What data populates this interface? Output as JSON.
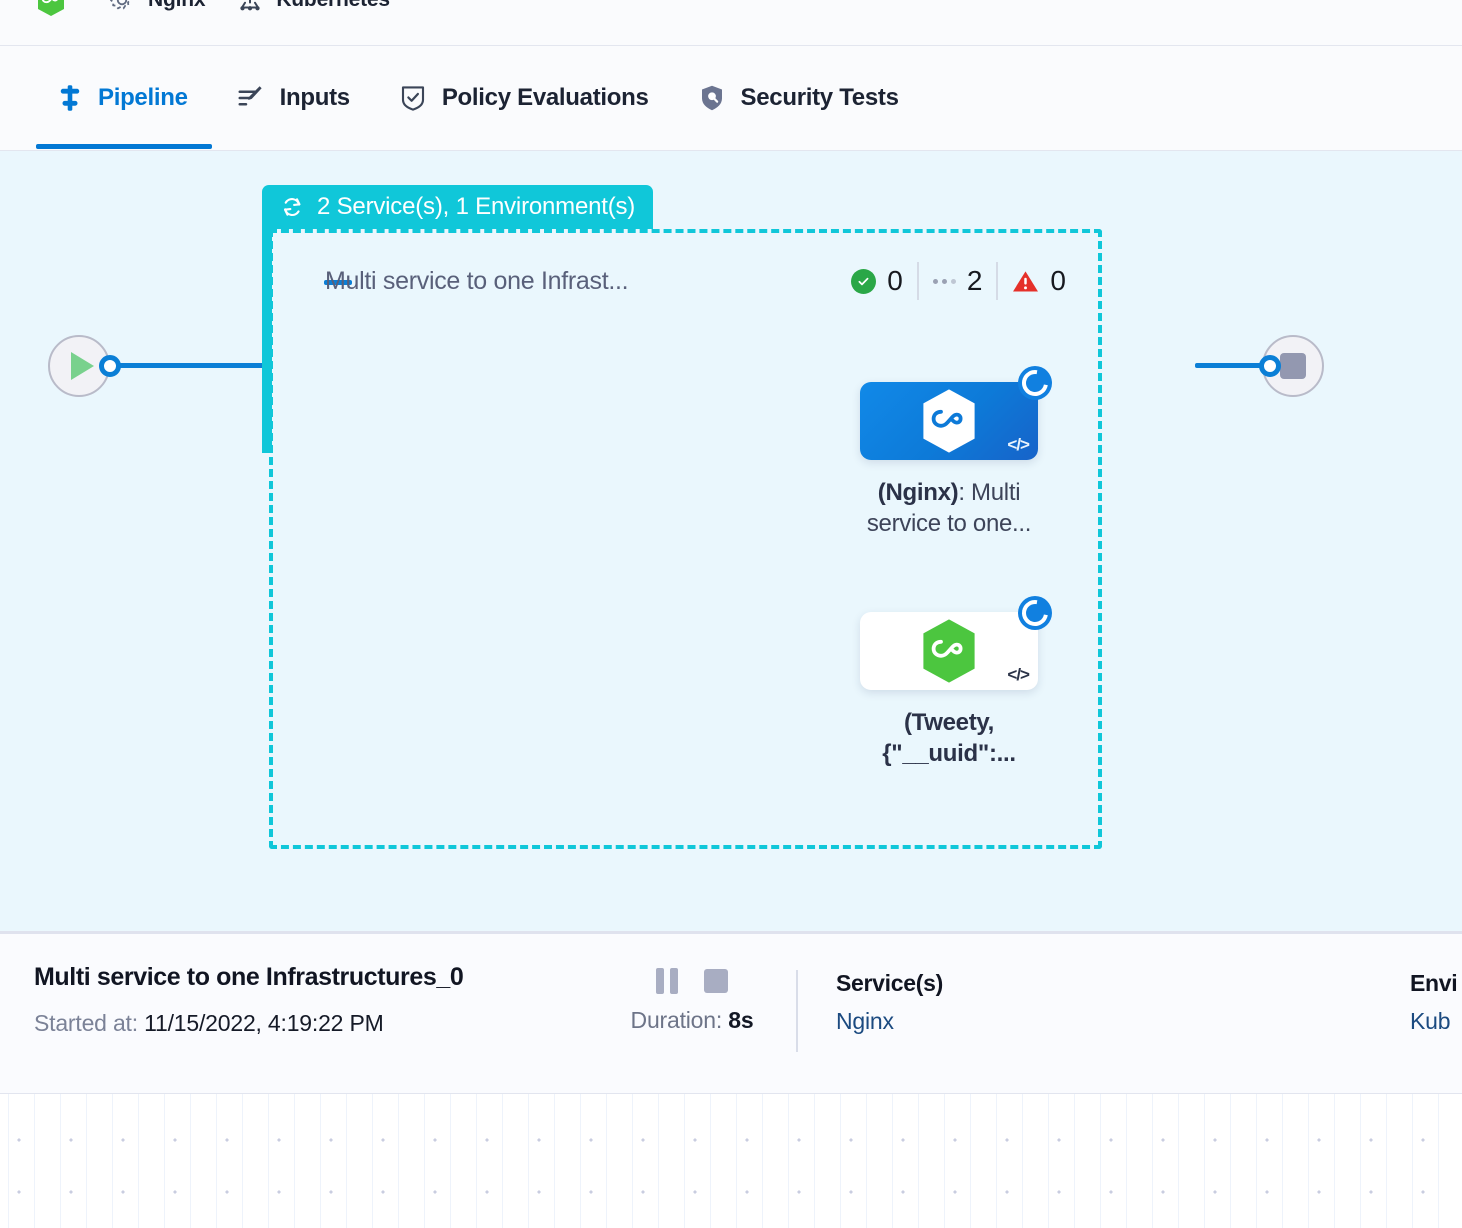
{
  "breadcrumb": {
    "items": [
      {
        "icon": "harness-hexagon-icon",
        "label": ""
      },
      {
        "icon": "gear-icon",
        "label": "Nginx"
      },
      {
        "icon": "kubernetes-icon",
        "label": "Kubernetes"
      }
    ]
  },
  "tabs": [
    {
      "id": "pipeline",
      "label": "Pipeline",
      "icon": "pipeline-icon",
      "active": true
    },
    {
      "id": "inputs",
      "label": "Inputs",
      "icon": "inputs-icon",
      "active": false
    },
    {
      "id": "policy-evaluations",
      "label": "Policy Evaluations",
      "icon": "policy-shield-check-icon",
      "active": false
    },
    {
      "id": "security-tests",
      "label": "Security Tests",
      "icon": "security-shield-icon",
      "active": false
    }
  ],
  "canvas": {
    "start_node": {
      "icon": "play-icon",
      "name": "start"
    },
    "end_node": {
      "icon": "stop-icon",
      "name": "end"
    },
    "group": {
      "header_label": "2 Service(s), 1 Environment(s)",
      "header_icon": "loop-repeat-icon",
      "header_color": "#10c7d9",
      "title": "Multi service to one Infrast...",
      "collapse_icon": "collapse-dash-icon",
      "counts": [
        {
          "icon": "success-check-icon",
          "value": "0",
          "color": "#2aa747"
        },
        {
          "icon": "running-dots-icon",
          "value": "2",
          "color": "#9aa1b3"
        },
        {
          "icon": "warning-triangle-icon",
          "value": "0",
          "color": "#e5302a"
        }
      ],
      "nodes": [
        {
          "id": "node-nginx",
          "label_bold": "(Nginx)",
          "label_rest": ": Multi service to one...",
          "card_style": "blue",
          "hex_color": "#ffffff",
          "code_badge": "</>",
          "status_icon": "running-spinner-icon"
        },
        {
          "id": "node-tweety",
          "label_bold": "(Tweety, {\"__uuid\":...",
          "label_rest": "",
          "card_style": "white",
          "hex_color": "#4cc63f",
          "code_badge": "</>",
          "status_icon": "running-spinner-icon"
        }
      ]
    }
  },
  "detail_panel": {
    "title": "Multi service to one Infrastructures_0",
    "started_label": "Started at:",
    "started_value": "11/15/2022, 4:19:22 PM",
    "pause_icon": "pause-icon",
    "stop_icon": "stop-icon",
    "duration_label": "Duration:",
    "duration_value": "8s",
    "columns": [
      {
        "head": "Service(s)",
        "value": "Nginx"
      },
      {
        "head": "Envi",
        "value": "Kub"
      }
    ]
  }
}
